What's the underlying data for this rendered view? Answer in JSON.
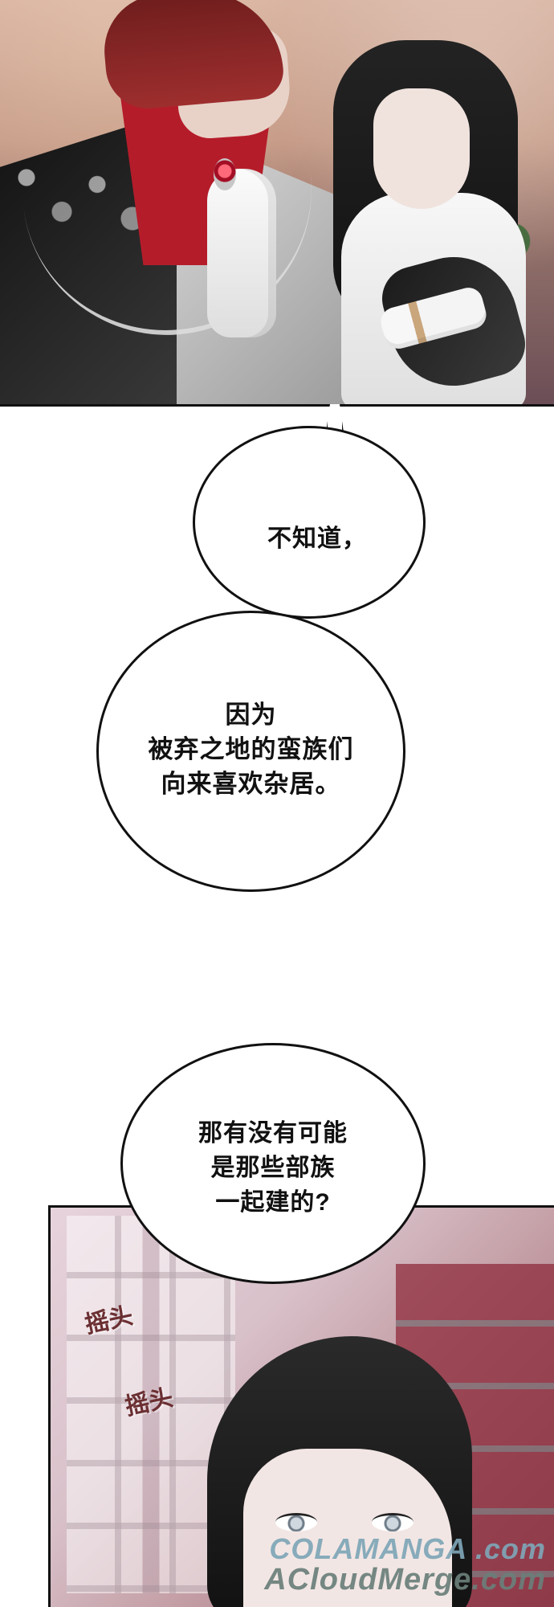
{
  "speech": {
    "bubble1": "不知道，",
    "bubble2": [
      "因为",
      "被弃之地的蛮族们",
      "向来喜欢杂居。"
    ],
    "bubble3": [
      "那有没有可能",
      "是那些部族",
      "一起建的?"
    ]
  },
  "sfx": [
    "摇头",
    "摇头"
  ],
  "watermark": {
    "line1": "COLAMANGA .com",
    "line2": "ACloudMerge.com"
  }
}
